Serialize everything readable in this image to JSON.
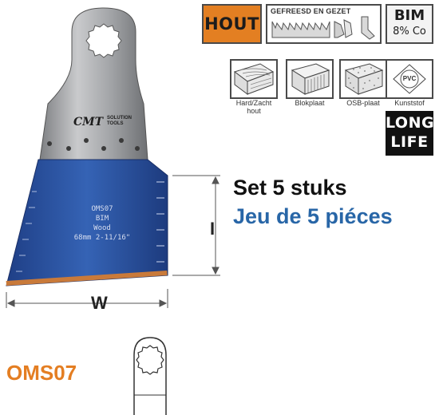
{
  "material": {
    "label": "HOUT",
    "color": "#e37f22"
  },
  "tooth_type": {
    "label": "GEFREESD EN GEZET"
  },
  "blade_material": {
    "name": "BIM",
    "cobalt": "8% Co"
  },
  "materials": [
    {
      "icon": "hardwood-icon",
      "label_line1": "Hard/Zacht",
      "label_line2": "hout"
    },
    {
      "icon": "blockboard-icon",
      "label_line1": "Blokplaat",
      "label_line2": ""
    },
    {
      "icon": "osb-icon",
      "label_line1": "OSB-plaat",
      "label_line2": ""
    },
    {
      "icon": "pvc-icon",
      "label_line1": "Kunststof",
      "label_line2": "",
      "icon_text": "PVC"
    }
  ],
  "long_life": {
    "line1": "LONG",
    "line2": "LIFE"
  },
  "blade": {
    "brand": "CMT",
    "brand_sub_line1": "SOLUTION",
    "brand_sub_line2": "TOOLS",
    "engraving": [
      "OMS07",
      "BIM",
      "Wood",
      "68mm  2-11/16\""
    ],
    "blue": "#2b54a4",
    "steel": "#a7a9ac"
  },
  "dimensions": {
    "width_label": "W",
    "height_label": "I"
  },
  "set_text": "Set 5 stuks",
  "jeu_text": "Jeu de 5 piéces",
  "product_code": "OMS07"
}
